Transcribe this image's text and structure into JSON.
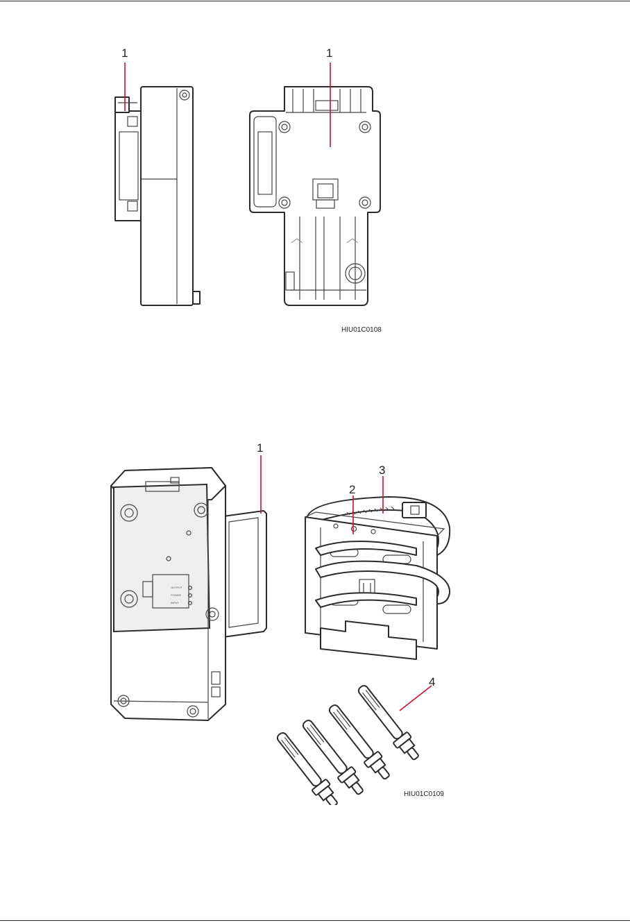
{
  "figure_top": {
    "callouts": [
      "1",
      "1"
    ],
    "figure_id": "HIU01C0108"
  },
  "figure_bottom": {
    "callouts": [
      "1",
      "2",
      "3",
      "4"
    ],
    "figure_id": "HIU01C0109",
    "indicator_labels": [
      "OUTPUT",
      "POWER",
      "INPUT"
    ]
  }
}
